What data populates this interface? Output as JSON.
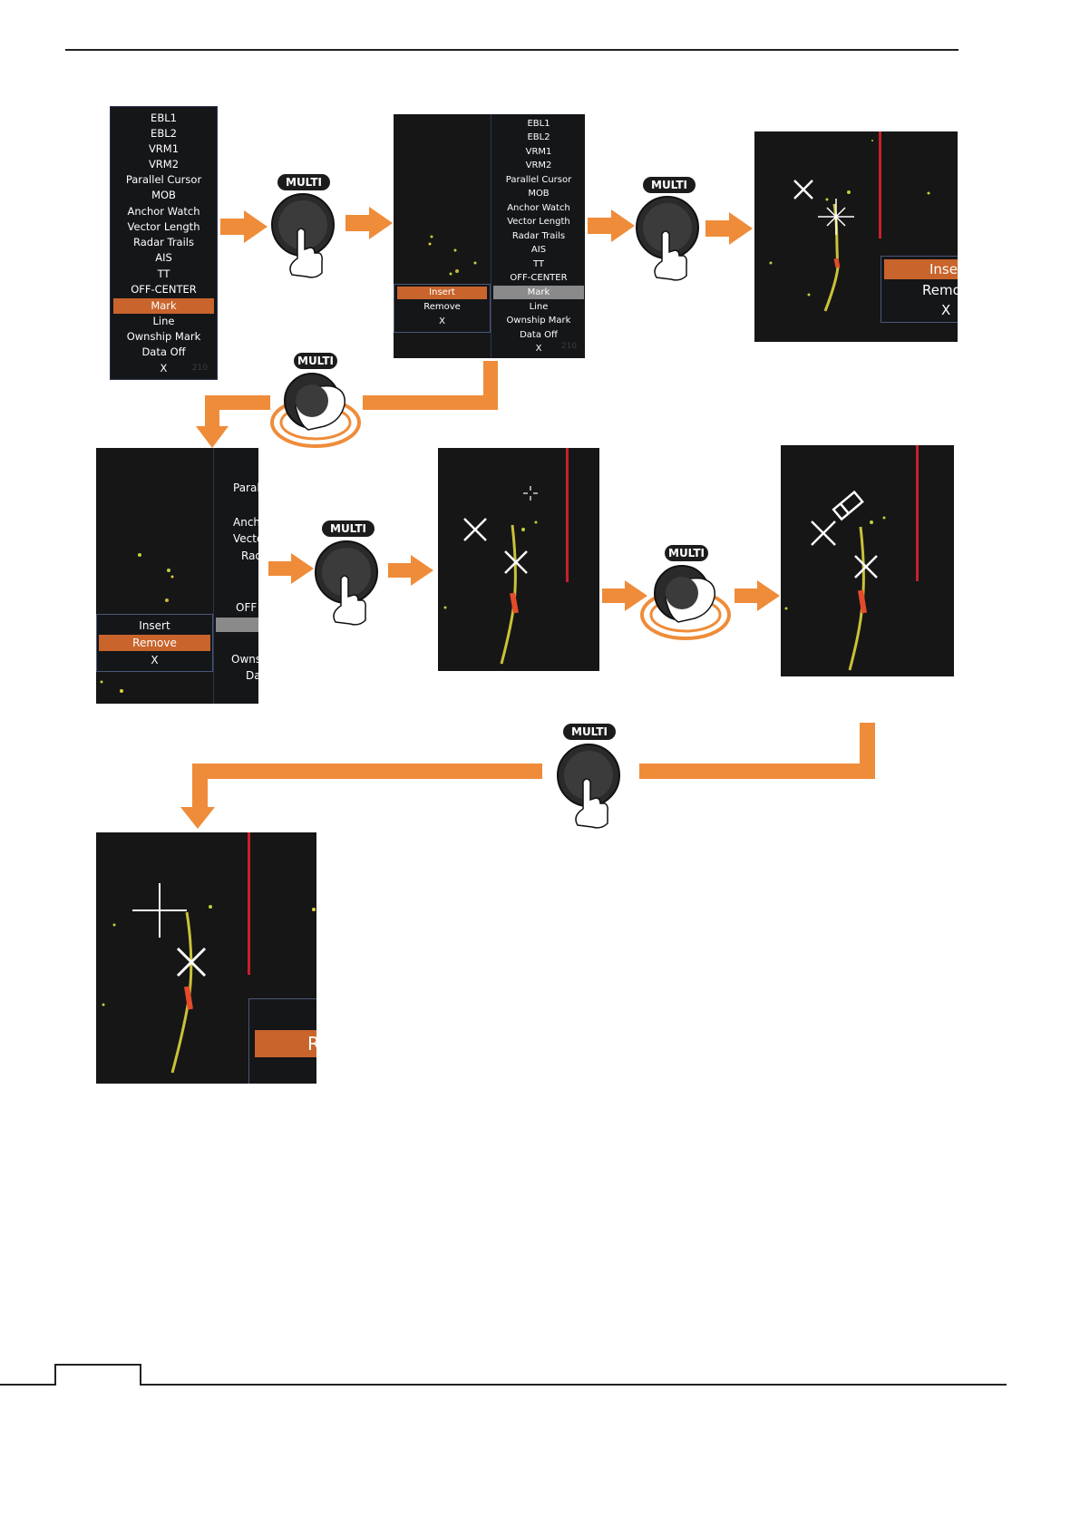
{
  "knob_label": "MULTI",
  "menu_main": {
    "items": [
      "EBL1",
      "EBL2",
      "VRM1",
      "VRM2",
      "Parallel Cursor",
      "MOB",
      "Anchor Watch",
      "Vector Length",
      "Radar Trails",
      "AIS",
      "TT",
      "OFF-CENTER",
      "Mark",
      "Line",
      "Ownship Mark",
      "Data Off",
      "X"
    ],
    "highlighted": "Mark"
  },
  "menu_sub": {
    "items": [
      "Insert",
      "Remove",
      "X"
    ],
    "highlighted_step2": "Insert",
    "highlighted_step4": "Remove"
  },
  "faint_scale": "210",
  "partial_labels": {
    "step3_insert": "Inser",
    "step3_remove": "Remo",
    "step3_x": "X",
    "step4_parallel": "Paral",
    "step4_anchor": "Anch",
    "step4_vector": "Vecto",
    "step4_radar": "Rad",
    "step4_off": "OFF",
    "step4_owns": "Owns",
    "step4_data": "Da",
    "step7_r": "R"
  },
  "colors": {
    "arrow": "#ef8c3a",
    "highlight": "#c8642c",
    "panel_bg": "#161616",
    "red_line": "#c8202a"
  },
  "icons": [
    "finger-press-icon",
    "knob-rotate-icon",
    "mark-x-icon",
    "crosshair-cursor-icon",
    "eraser-icon"
  ]
}
